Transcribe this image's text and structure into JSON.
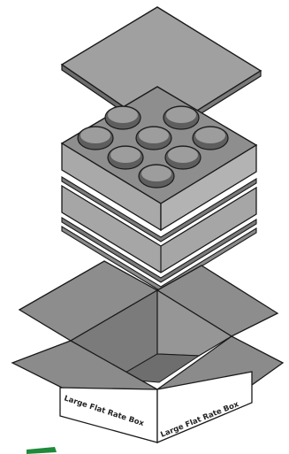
{
  "diagram": {
    "box_label_left": "Large Flat Rate Box",
    "box_label_right": "Large Flat Rate Box",
    "colors": {
      "lid_fill": "#9a9a9a",
      "foam_side": "#a8a8a8",
      "foam_dark": "#7d7d7d",
      "foam_top": "#8f8f8f",
      "outline": "#1a1a1a",
      "box_flap": "#8a8a8a",
      "box_side_white": "#ffffff",
      "accent_green": "#1f8a3a"
    },
    "components": [
      "lid-panel",
      "foam-insert-with-holes",
      "foam-layer-1",
      "foam-layer-2",
      "foam-layer-3",
      "open-shipping-box"
    ],
    "holes": 8
  }
}
